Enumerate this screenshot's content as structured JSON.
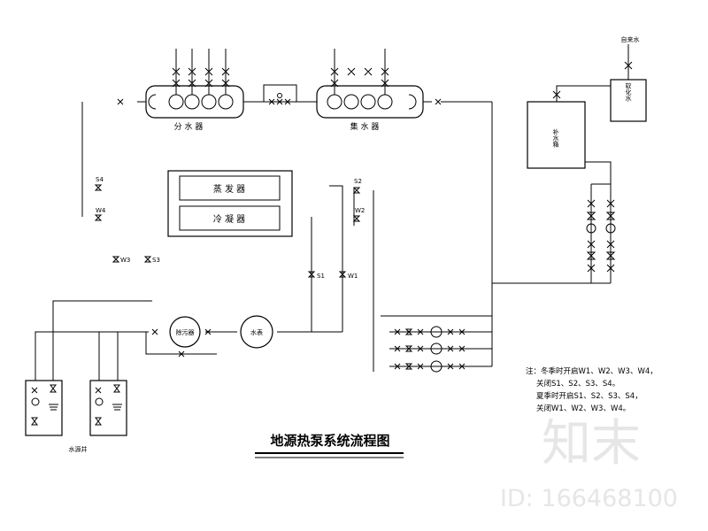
{
  "title": "地源热泵系统流程图",
  "vessels": {
    "divider": "分 水 器",
    "collector": "集 水 器",
    "tank": "补水箱",
    "softener": "软化水"
  },
  "boxes": {
    "evaporator": "蒸 发 器",
    "condenser": "冷 凝 器"
  },
  "equipment": {
    "filter": "除污器",
    "meter": "水表"
  },
  "valve_tags": {
    "s4": "S4",
    "w4": "W4",
    "w3": "W3",
    "s3": "S3",
    "s2": "S2",
    "w2": "W2",
    "s1": "S1",
    "w1": "W1"
  },
  "makeup_label": "自来水",
  "well_label": "水源井",
  "notes": [
    "注：冬季时开启W1、W2、W3、W4，",
    "关闭S1、S2、S3、S4。",
    "夏季时开启S1、S2、S3、S4，",
    "关闭W1、W2、W3、W4。"
  ],
  "watermark": {
    "brand": "知末",
    "id": "ID: 166468100"
  },
  "colors": {
    "line": "#000000",
    "watermark": "#e6e6e6"
  }
}
